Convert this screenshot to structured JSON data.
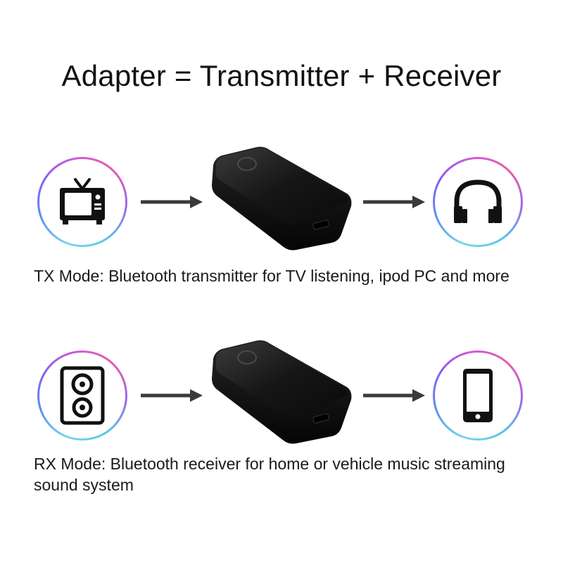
{
  "title": "Adapter = Transmitter + Receiver",
  "tx_mode": {
    "caption": "TX Mode: Bluetooth transmitter for TV listening, ipod PC and more",
    "source_icon": "tv-icon",
    "device_icon": "bluetooth-adapter-icon",
    "target_icon": "headphones-icon"
  },
  "rx_mode": {
    "caption": "RX Mode: Bluetooth receiver for home or vehicle music streaming sound system",
    "source_icon": "speaker-icon",
    "device_icon": "bluetooth-adapter-icon",
    "target_icon": "smartphone-icon"
  },
  "colors": {
    "ring_gradient": [
      "#7ad6e8",
      "#5b8ff0",
      "#8a5cf0",
      "#d45ad8",
      "#e85aa8"
    ],
    "arrow": "#3a3a3a",
    "device": "#1a1a1a"
  }
}
